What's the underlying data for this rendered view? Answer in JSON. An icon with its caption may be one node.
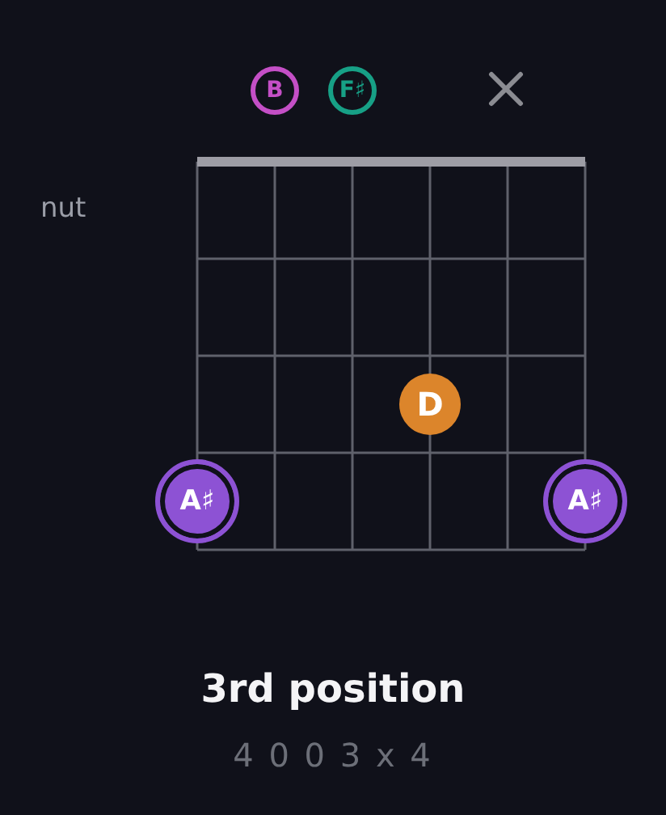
{
  "diagram": {
    "title": "3rd position",
    "caption": "4 0 0 3 x 4",
    "nodes": [
      {
        "text": [
          "B"
        ]
      },
      {
        "text": [
          "F♯"
        ]
      },
      {
        "text": [
          "D"
        ]
      },
      {
        "text": [
          "A♯"
        ]
      },
      {
        "text": [
          "A♯"
        ]
      }
    ],
    "labels": [
      "nut"
    ]
  }
}
